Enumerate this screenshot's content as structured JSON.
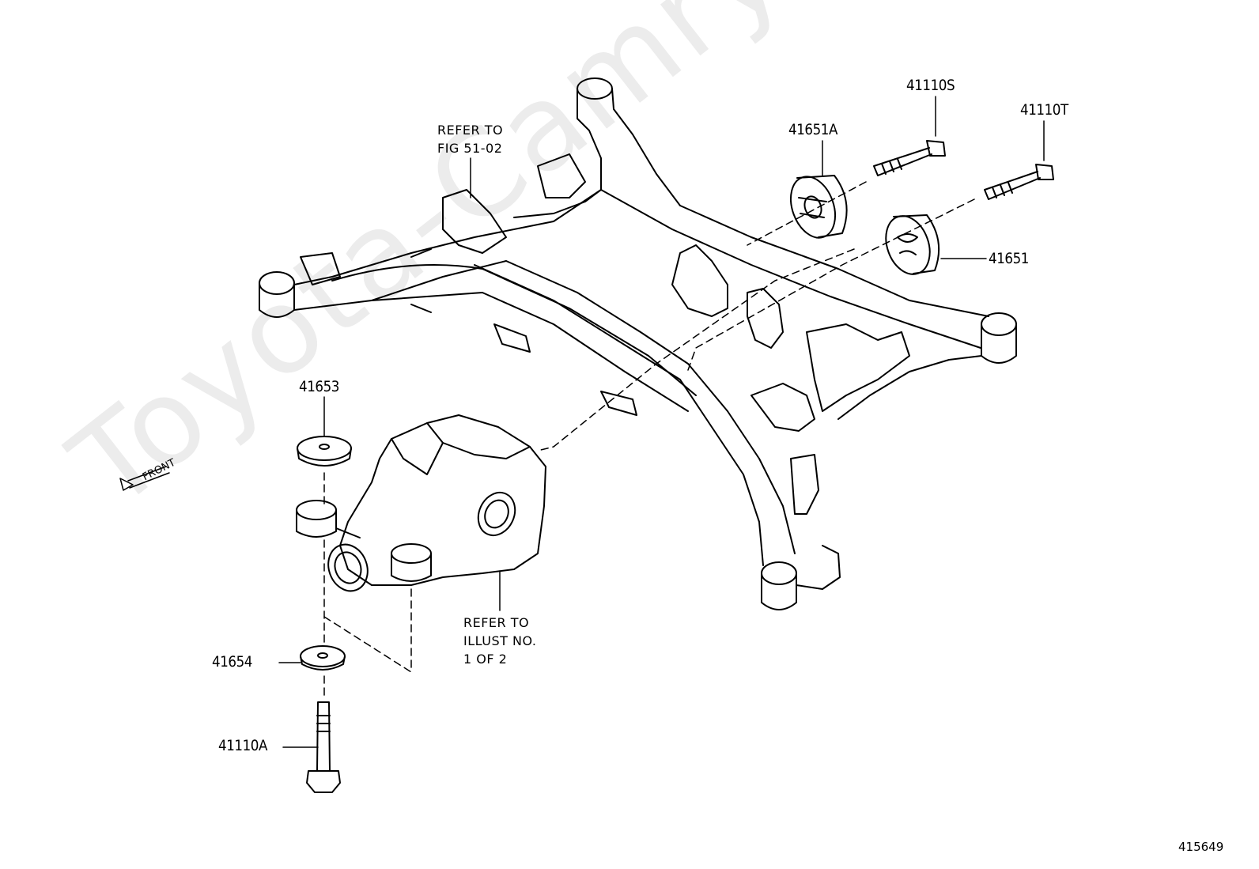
{
  "watermark": "Toyota-Camry.ru",
  "front_label": "FRONT",
  "illustration_id": "415649",
  "notes": {
    "fig_ref_line1": "REFER TO",
    "fig_ref_line2": "FIG 51-02",
    "illust_ref_line1": "REFER TO",
    "illust_ref_line2": "ILLUST NO.",
    "illust_ref_line3": "1 OF 2"
  },
  "parts": {
    "p41110S": "41110S",
    "p41110T": "41110T",
    "p41651A": "41651A",
    "p41651": "41651",
    "p41653": "41653",
    "p41654": "41654",
    "p41110A": "41110A"
  },
  "colors": {
    "line": "#000000",
    "watermark": "#ececec",
    "background": "#ffffff"
  }
}
